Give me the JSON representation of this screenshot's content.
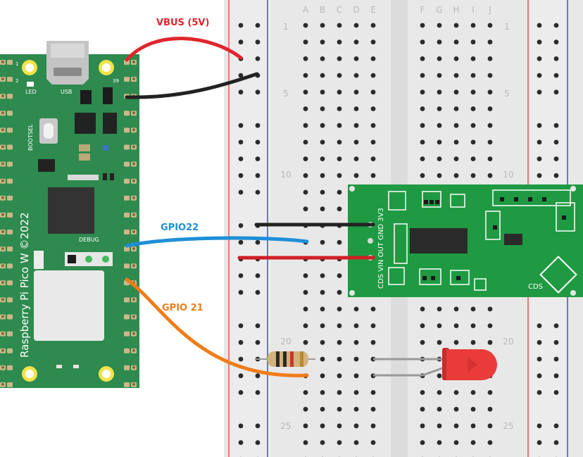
{
  "wires": {
    "vbus_label": "VBUS (5V)",
    "gpio22_label": "GPIO22",
    "gpio21_label": "GPIO 21"
  },
  "colors": {
    "vbus": "#e0262b",
    "gpio22": "#1e8fd6",
    "gpio21": "#ef7d1a",
    "board": "#2e8a4e",
    "sensor": "#1f9a43"
  },
  "pico": {
    "name": "Raspberry Pi Pico W ©2022",
    "led": "LED",
    "usb": "USB",
    "bootsel": "BOOTSEL",
    "debug": "DEBUG",
    "pin1": "1",
    "pin2": "2",
    "pin39": "39"
  },
  "breadboard": {
    "cols_left": [
      "A",
      "B",
      "C",
      "D",
      "E"
    ],
    "cols_right": [
      "F",
      "G",
      "H",
      "I",
      "J"
    ],
    "row_numbers": [
      "1",
      "5",
      "10",
      "20",
      "25"
    ]
  },
  "sensor": {
    "pins": [
      "CDS",
      "VIN",
      "OUT",
      "GND",
      "3V3"
    ],
    "cds_label": "CDS"
  },
  "icons": [
    "usb-port-icon",
    "resistor-icon",
    "red-led-icon",
    "pcb-chip-icon"
  ]
}
